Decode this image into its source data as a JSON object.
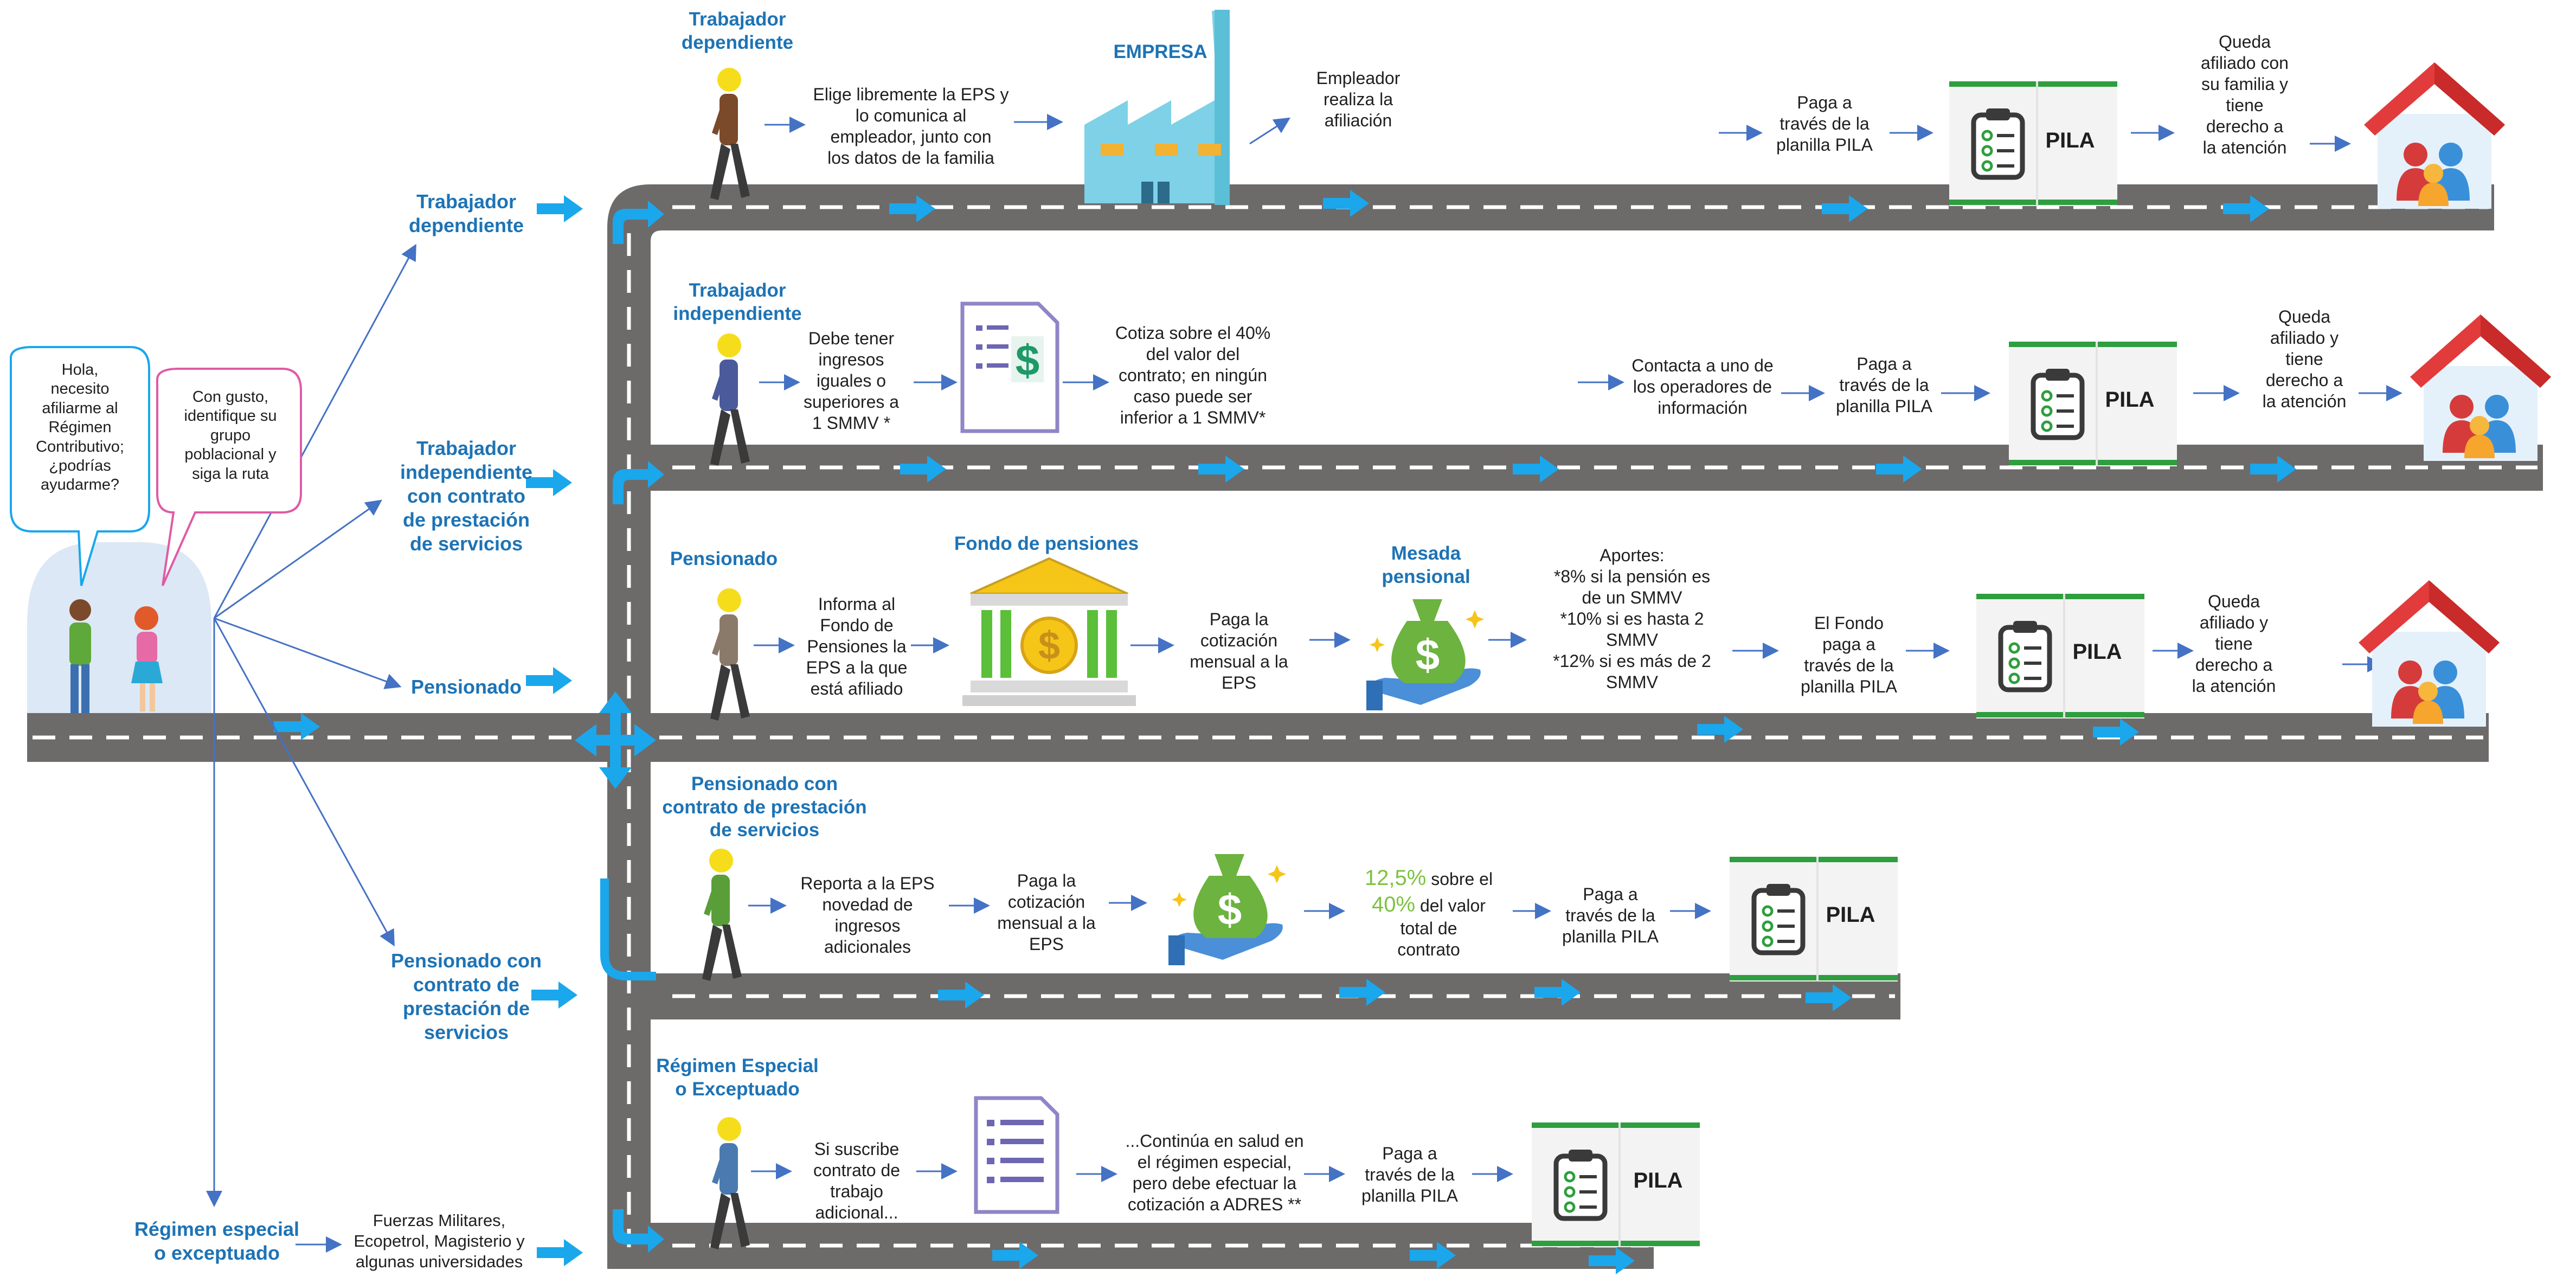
{
  "intro": {
    "bubble_left": "Hola,\nnecesito\nafiliarme al\nRégimen\nContributivo;\n¿podrías\nayudarme?",
    "bubble_right": "Con gusto,\nidentifique su\ngrupo\npoblacional y\nsiga la ruta"
  },
  "groups": {
    "dependiente": "Trabajador\ndependiente",
    "independiente": "Trabajador\nindependiente\ncon contrato\nde prestación\nde servicios",
    "pensionado": "Pensionado",
    "pensionado_contrato": "Pensionado con\ncontrato de\nprestación de\nservicios",
    "regimen": "Régimen especial\no exceptuado",
    "regimen_note": "Fuerzas Militares,\nEcopetrol, Magisterio y\nalgunas universidades"
  },
  "row1": {
    "header": "Trabajador\ndependiente",
    "step1": "Elige libremente la EPS y\nlo comunica al\nempleador, junto con\nlos datos de la familia",
    "empresa": "EMPRESA",
    "step2": "Empleador\nrealiza la\nafiliación",
    "step3": "Paga a\ntravés de la\nplanilla PILA",
    "pila": "PILA",
    "step4": "Queda\nafiliado con\nsu familia  y\ntiene\nderecho a\nla atención"
  },
  "row2": {
    "header": "Trabajador\nindependiente",
    "step1": "Debe tener\ningresos\niguales o\nsuperiores a\n1 SMMV *",
    "step2": "Cotiza sobre el 40%\ndel valor del\ncontrato; en ningún\ncaso puede ser\ninferior a 1 SMMV*",
    "step3": "Contacta a uno de\nlos operadores de\ninformación",
    "step4": "Paga a\ntravés de la\nplanilla PILA",
    "pila": "PILA",
    "step5": "Queda\nafiliado y\ntiene\nderecho a\nla atención"
  },
  "row3": {
    "header": "Pensionado",
    "step1": "Informa al\nFondo de\nPensiones la\nEPS a la que\nestá afiliado",
    "fondo": "Fondo de pensiones",
    "step2": "Paga la\ncotización\nmensual a la\nEPS",
    "mesada": "Mesada\npensional",
    "step3": "Aportes:\n*8% si la pensión es\nde un SMMV\n*10% si es hasta 2\nSMMV\n*12% si es más de 2\nSMMV",
    "step4": "El Fondo\npaga a\ntravés de la\nplanilla PILA",
    "pila": "PILA",
    "step5": "Queda\nafiliado  y\ntiene\nderecho a\nla atención"
  },
  "row4": {
    "header": "Pensionado con\ncontrato de prestación\nde servicios",
    "step1": "Reporta a la EPS\nnovedad de\ningresos\nadicionales",
    "step2": "Paga la\ncotización\nmensual a la\nEPS",
    "pct1": "12,5%",
    "pct1_tail": " sobre el",
    "pct2": "40%",
    "pct2_tail": " del valor\ntotal de\ncontrato",
    "step4": "Paga a\ntravés de la\nplanilla PILA",
    "pila": "PILA"
  },
  "row5": {
    "header": "Régimen Especial\no Exceptuado",
    "step1": "Si suscribe\ncontrato de\ntrabajo\nadicional...",
    "step2": "...Continúa en salud en\nel régimen especial,\npero debe efectuar la\ncotización a  ADRES **",
    "step3": "Paga a\ntravés de la\nplanilla PILA",
    "pila": "PILA"
  },
  "colors": {
    "road": "#6d6a6a",
    "accent_blue": "#1aa7ec",
    "header_blue": "#1d73b5",
    "arrow_blue": "#4472c4",
    "pila_green": "#2e9e3e"
  }
}
